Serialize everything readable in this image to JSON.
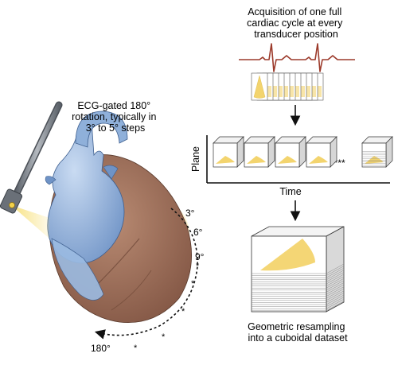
{
  "labels": {
    "rotation": [
      "ECG-gated 180°",
      "rotation, typically in",
      "3° to 5° steps"
    ],
    "acquisition": [
      "Acquisition of one full",
      "cardiac cycle at every",
      "transducer position"
    ],
    "resampling": [
      "Geometric resampling",
      "into a cuboidal dataset"
    ],
    "plane_axis": "Plane",
    "time_axis": "Time",
    "ellipsis": "*****",
    "angles": [
      "3°",
      "6°",
      "9°",
      "180°"
    ],
    "step_marks": [
      "*",
      "*",
      "*",
      "*",
      "*"
    ]
  },
  "colors": {
    "heart_blue": "#8fb0da",
    "heart_brown": "#9a6a55",
    "sector_yellow": "#f3d46e",
    "ecg_red": "#9c3a2b",
    "probe_gray": "#8a8f96"
  }
}
